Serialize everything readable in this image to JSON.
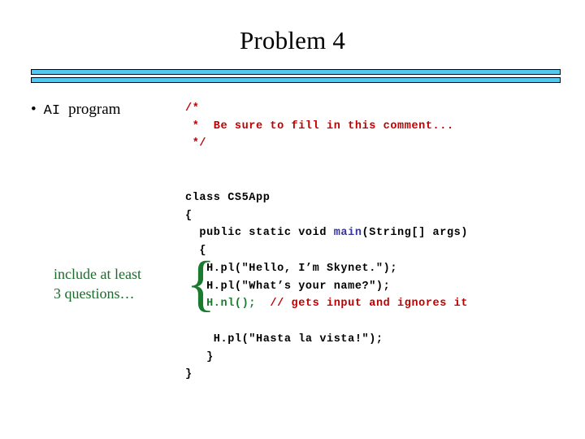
{
  "slide": {
    "title": "Problem 4",
    "background_color": "#ffffff"
  },
  "divider": {
    "fill_color": "#55c8f0",
    "border_color": "#000000",
    "bars": 2
  },
  "bullet": {
    "marker": "•",
    "label_mono": "AI",
    "label_serif": "program"
  },
  "annotation": {
    "line1": "include at least",
    "line2": "3 questions…",
    "brace_glyph": "{",
    "color": "#1a7a2e"
  },
  "code": {
    "comment_color": "#c00000",
    "keyword_color": "#333399",
    "green_color": "#1a7a2e",
    "comment_block": "/*\n *  Be sure to fill in this comment...\n */",
    "class_line": "class CS5App",
    "open_brace_line": "{",
    "signature_prefix": "  public static void ",
    "signature_keyword": "main",
    "signature_suffix": "(String[] args)",
    "inner_open_brace": "  {",
    "stmt1": "   H.pl(\"Hello, I’m Skynet.\");",
    "stmt2": "   H.pl(\"What’s your name?\");",
    "stmt3_green": "   H.nl();",
    "stmt3_comment": "  // gets input and ignores it",
    "stmt4": "    H.pl(\"Hasta la vista!\");",
    "close_inner": "   }",
    "close_outer": "}"
  }
}
